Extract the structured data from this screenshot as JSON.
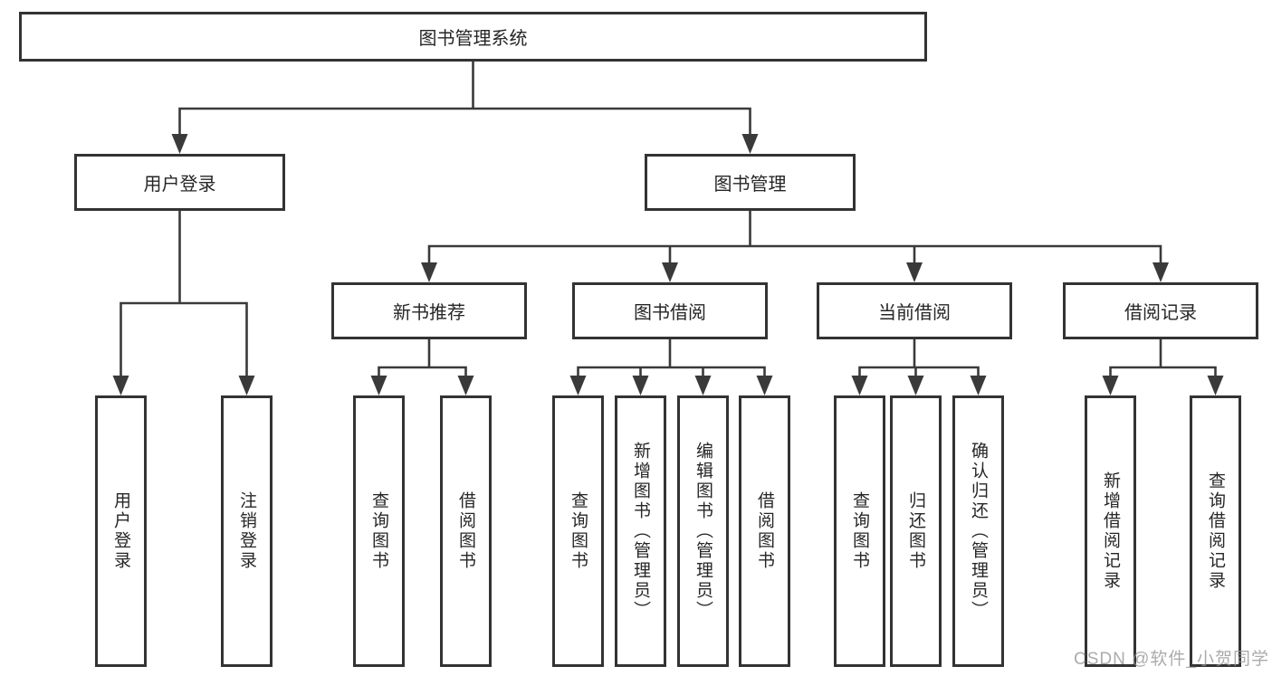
{
  "tree": {
    "root": "图书管理系统",
    "branches": [
      {
        "label": "用户登录",
        "leaves": [
          "用户登录",
          "注销登录"
        ]
      },
      {
        "label": "图书管理",
        "groups": [
          {
            "label": "新书推荐",
            "leaves": [
              "查询图书",
              "借阅图书"
            ]
          },
          {
            "label": "图书借阅",
            "leaves": [
              "查询图书",
              "新增图书（管理员）",
              "编辑图书（管理员）",
              "借阅图书"
            ]
          },
          {
            "label": "当前借阅",
            "leaves": [
              "查询图书",
              "归还图书",
              "确认归还（管理员）"
            ]
          },
          {
            "label": "借阅记录",
            "leaves": [
              "新增借阅记录",
              "查询借阅记录"
            ]
          }
        ]
      }
    ]
  },
  "watermark": {
    "text": "CSDN @软件_小贺同学"
  },
  "colors": {
    "line": "#3a3a3a",
    "box_border": "#333333",
    "box_fill": "#ffffff",
    "text": "#262626",
    "watermark": "#969696"
  }
}
